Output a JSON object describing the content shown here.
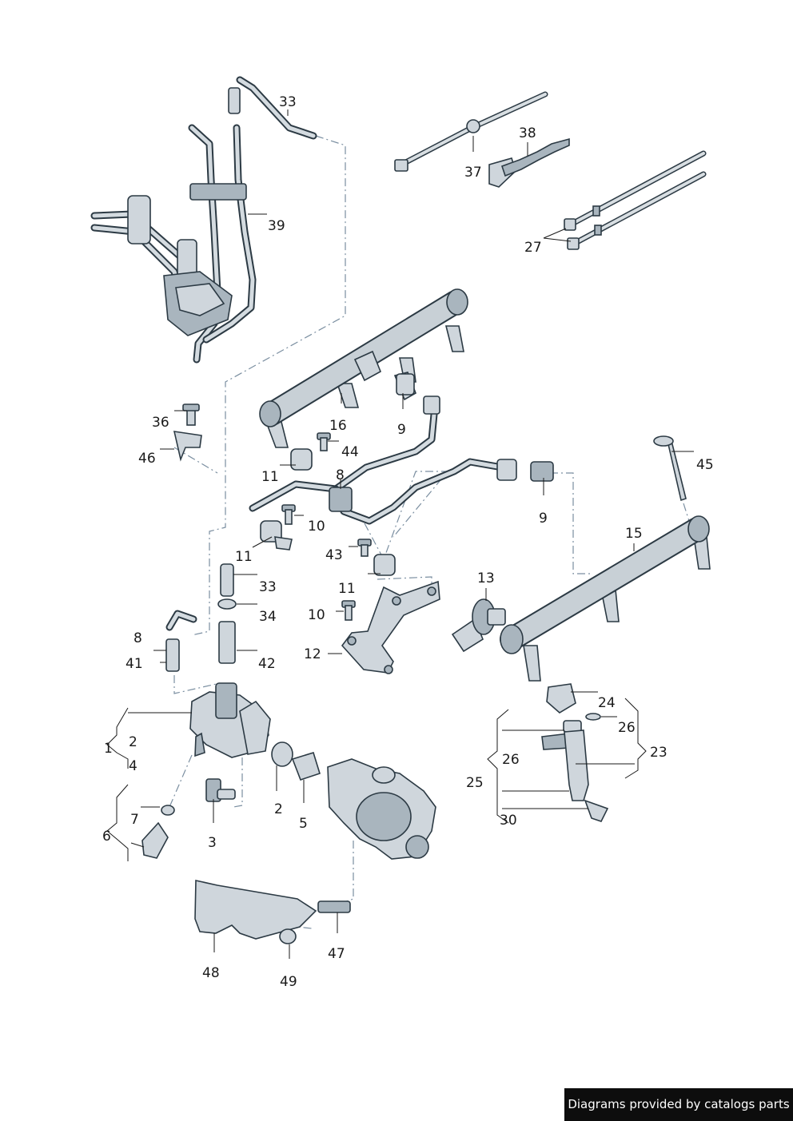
{
  "labels": {
    "l33a": "33",
    "l38": "38",
    "l37": "37",
    "l39": "39",
    "l27": "27",
    "l16": "16",
    "l9a": "9",
    "l36": "36",
    "l44": "44",
    "l46": "46",
    "l11a": "11",
    "l8a": "8",
    "l9b": "9",
    "l45": "45",
    "l10a": "10",
    "l15": "15",
    "l11b": "11",
    "l43": "43",
    "l33b": "33",
    "l11c": "11",
    "l13": "13",
    "l34": "34",
    "l10b": "10",
    "l8b": "8",
    "l41": "41",
    "l42": "42",
    "l12": "12",
    "l24": "24",
    "l2a": "2",
    "l1": "1",
    "l4": "4",
    "l26a": "26",
    "l23": "23",
    "l26b": "26",
    "l25": "25",
    "l7": "7",
    "l6": "6",
    "l2b": "2",
    "l5": "5",
    "l3": "3",
    "l30": "30",
    "l47": "47",
    "l48": "48",
    "l49": "49"
  },
  "credit": "Diagrams provided by catalogs parts"
}
